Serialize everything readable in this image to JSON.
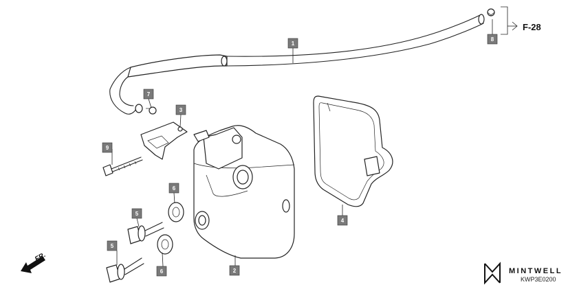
{
  "reference": {
    "label": "F-28"
  },
  "front_marker": {
    "label": "FR."
  },
  "brand": {
    "name": "MINTWELL"
  },
  "diagram_code": "KWP3E0200",
  "callouts": {
    "hose": "1",
    "head_cover": "2",
    "stay": "3",
    "gasket": "4",
    "bolt_upper": "5",
    "bolt_lower": "5",
    "rubber_upper": "6",
    "rubber_lower": "6",
    "clip_left": "7",
    "clip_right": "8",
    "flange_bolt": "9"
  }
}
